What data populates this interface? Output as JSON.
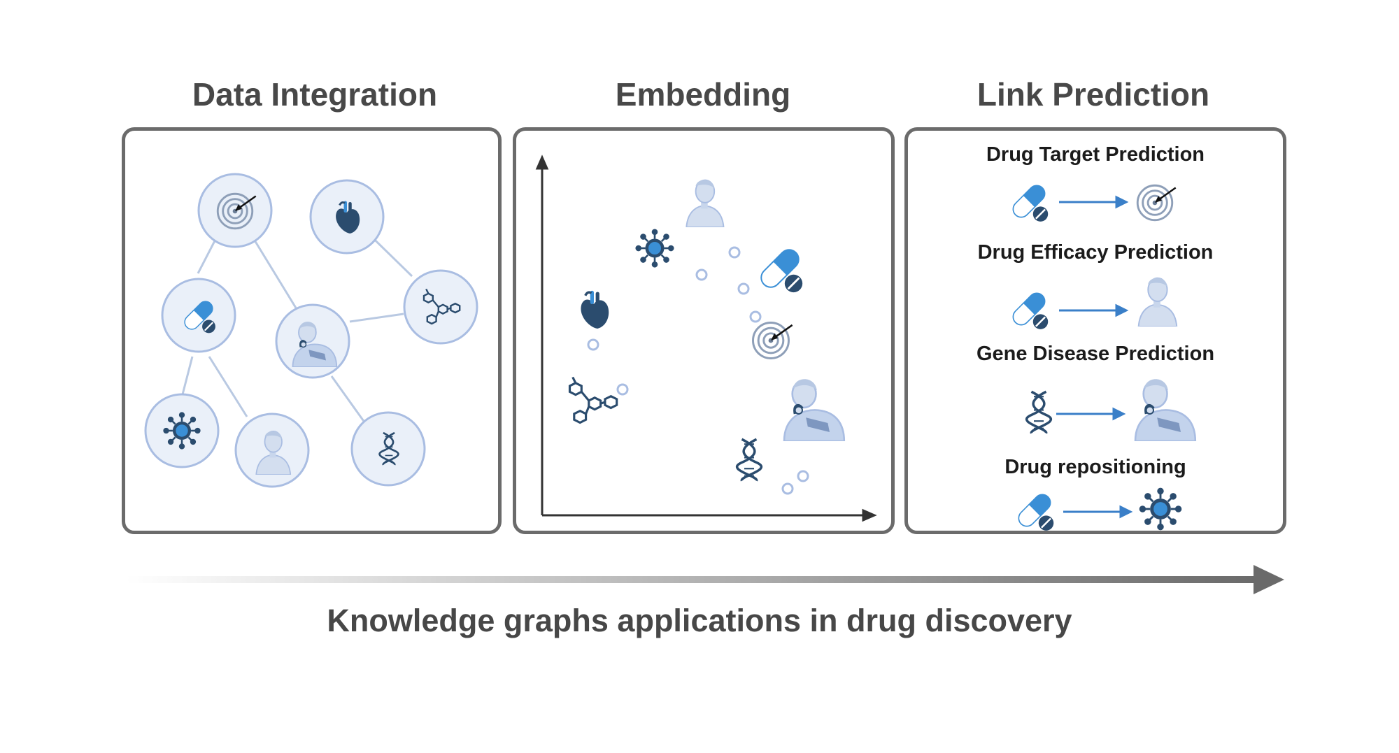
{
  "sections": {
    "data_integration": {
      "title": "Data Integration"
    },
    "embedding": {
      "title": "Embedding"
    },
    "link_prediction": {
      "title": "Link Prediction",
      "items": [
        {
          "label": "Drug Target Prediction",
          "from": "drug-capsule-icon",
          "to": "target-icon"
        },
        {
          "label": "Drug Efficacy Prediction",
          "from": "drug-capsule-icon",
          "to": "patient-icon"
        },
        {
          "label": "Gene Disease Prediction",
          "from": "dna-icon",
          "to": "sick-person-icon"
        },
        {
          "label": "Drug repositioning",
          "from": "drug-capsule-icon",
          "to": "virus-icon"
        }
      ]
    }
  },
  "footer": {
    "text": "Knowledge graphs applications in drug discovery"
  },
  "colors": {
    "node_fill": "#eaf0f9",
    "node_stroke": "#a9bde2",
    "accent_blue": "#3a8fd6",
    "dark_navy": "#2b4c6e",
    "panel_border": "#6b6b6b"
  }
}
